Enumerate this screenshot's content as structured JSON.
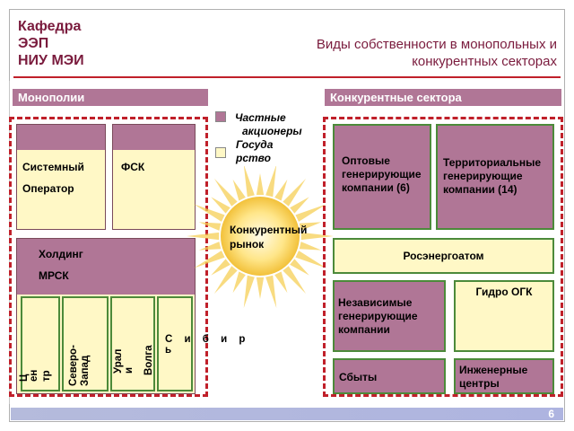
{
  "header": {
    "dept_line1": "Кафедра",
    "dept_line2": "ЭЭП",
    "dept_line3": "НИУ МЭИ",
    "title_line1": "Виды собственности в монопольных и",
    "title_line2": "конкурентных секторах"
  },
  "sections": {
    "monopolies": "Монополии",
    "competitive": "Конкурентные сектора"
  },
  "legend": {
    "private_line1": "Частные",
    "private_line2": "акционеры",
    "state_line1": "Госуда",
    "state_line2": "рство",
    "private_color": "#b07696",
    "state_color": "#fff8c6"
  },
  "center": {
    "line1": "Конкурентный",
    "line2": "рынок"
  },
  "monopoly_blocks": {
    "system_operator_line1": "Системный",
    "system_operator_line2": "Оператор",
    "fsk": "ФСК",
    "holding_line1": "Холдинг",
    "holding_line2": "МРСК",
    "regions": {
      "center_l1": "Ц",
      "center_l2": "ен",
      "center_l3": "тр",
      "northwest_l1": "Северо-",
      "northwest_l2": "Запад",
      "ural_l1": "Урал",
      "ural_l2": "и",
      "volga": "Волга",
      "siberia": "С и б и р ь"
    }
  },
  "competitive_blocks": {
    "wholesale_line1": "Оптовые",
    "wholesale_line2": "генерирующие",
    "wholesale_line3": "компании (6)",
    "territorial_line1": "Территориальные",
    "territorial_line2": "генерирующие",
    "territorial_line3": "компании (14)",
    "rosenergoatom": "Росэнергоатом",
    "independent_line1": "Независимые",
    "independent_line2": "генерирующие",
    "independent_line3": "компании",
    "hydro": "Гидро ОГК",
    "sales": "Сбыты",
    "engineering_line1": "Инженерные",
    "engineering_line2": "центры"
  },
  "footer": {
    "page_number": "6",
    "bar_color": "#b5bbdc"
  }
}
